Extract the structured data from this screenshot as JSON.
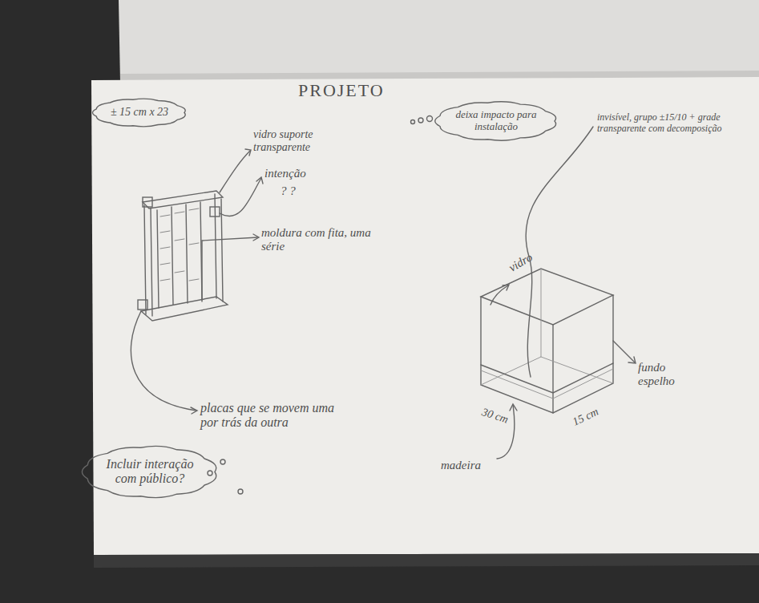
{
  "diagram": {
    "title": "PROJETO",
    "nodes": [
      {
        "text": [
          "± 15 cm x 23"
        ]
      },
      {
        "text": [
          "deixa impacto para instalação"
        ]
      },
      {
        "text": [
          "Incluir interação com público?"
        ]
      }
    ],
    "labels": [
      "vidro suporte transparente",
      "intenção",
      "? ?",
      "moldura com fita, uma série",
      "placas que se movem uma por trás da outra",
      "invisível, grupo ±15/10 + grade transparente com decomposição",
      "vidro",
      "fundo espelho",
      "30 cm",
      "15 cm",
      "madeira"
    ]
  }
}
